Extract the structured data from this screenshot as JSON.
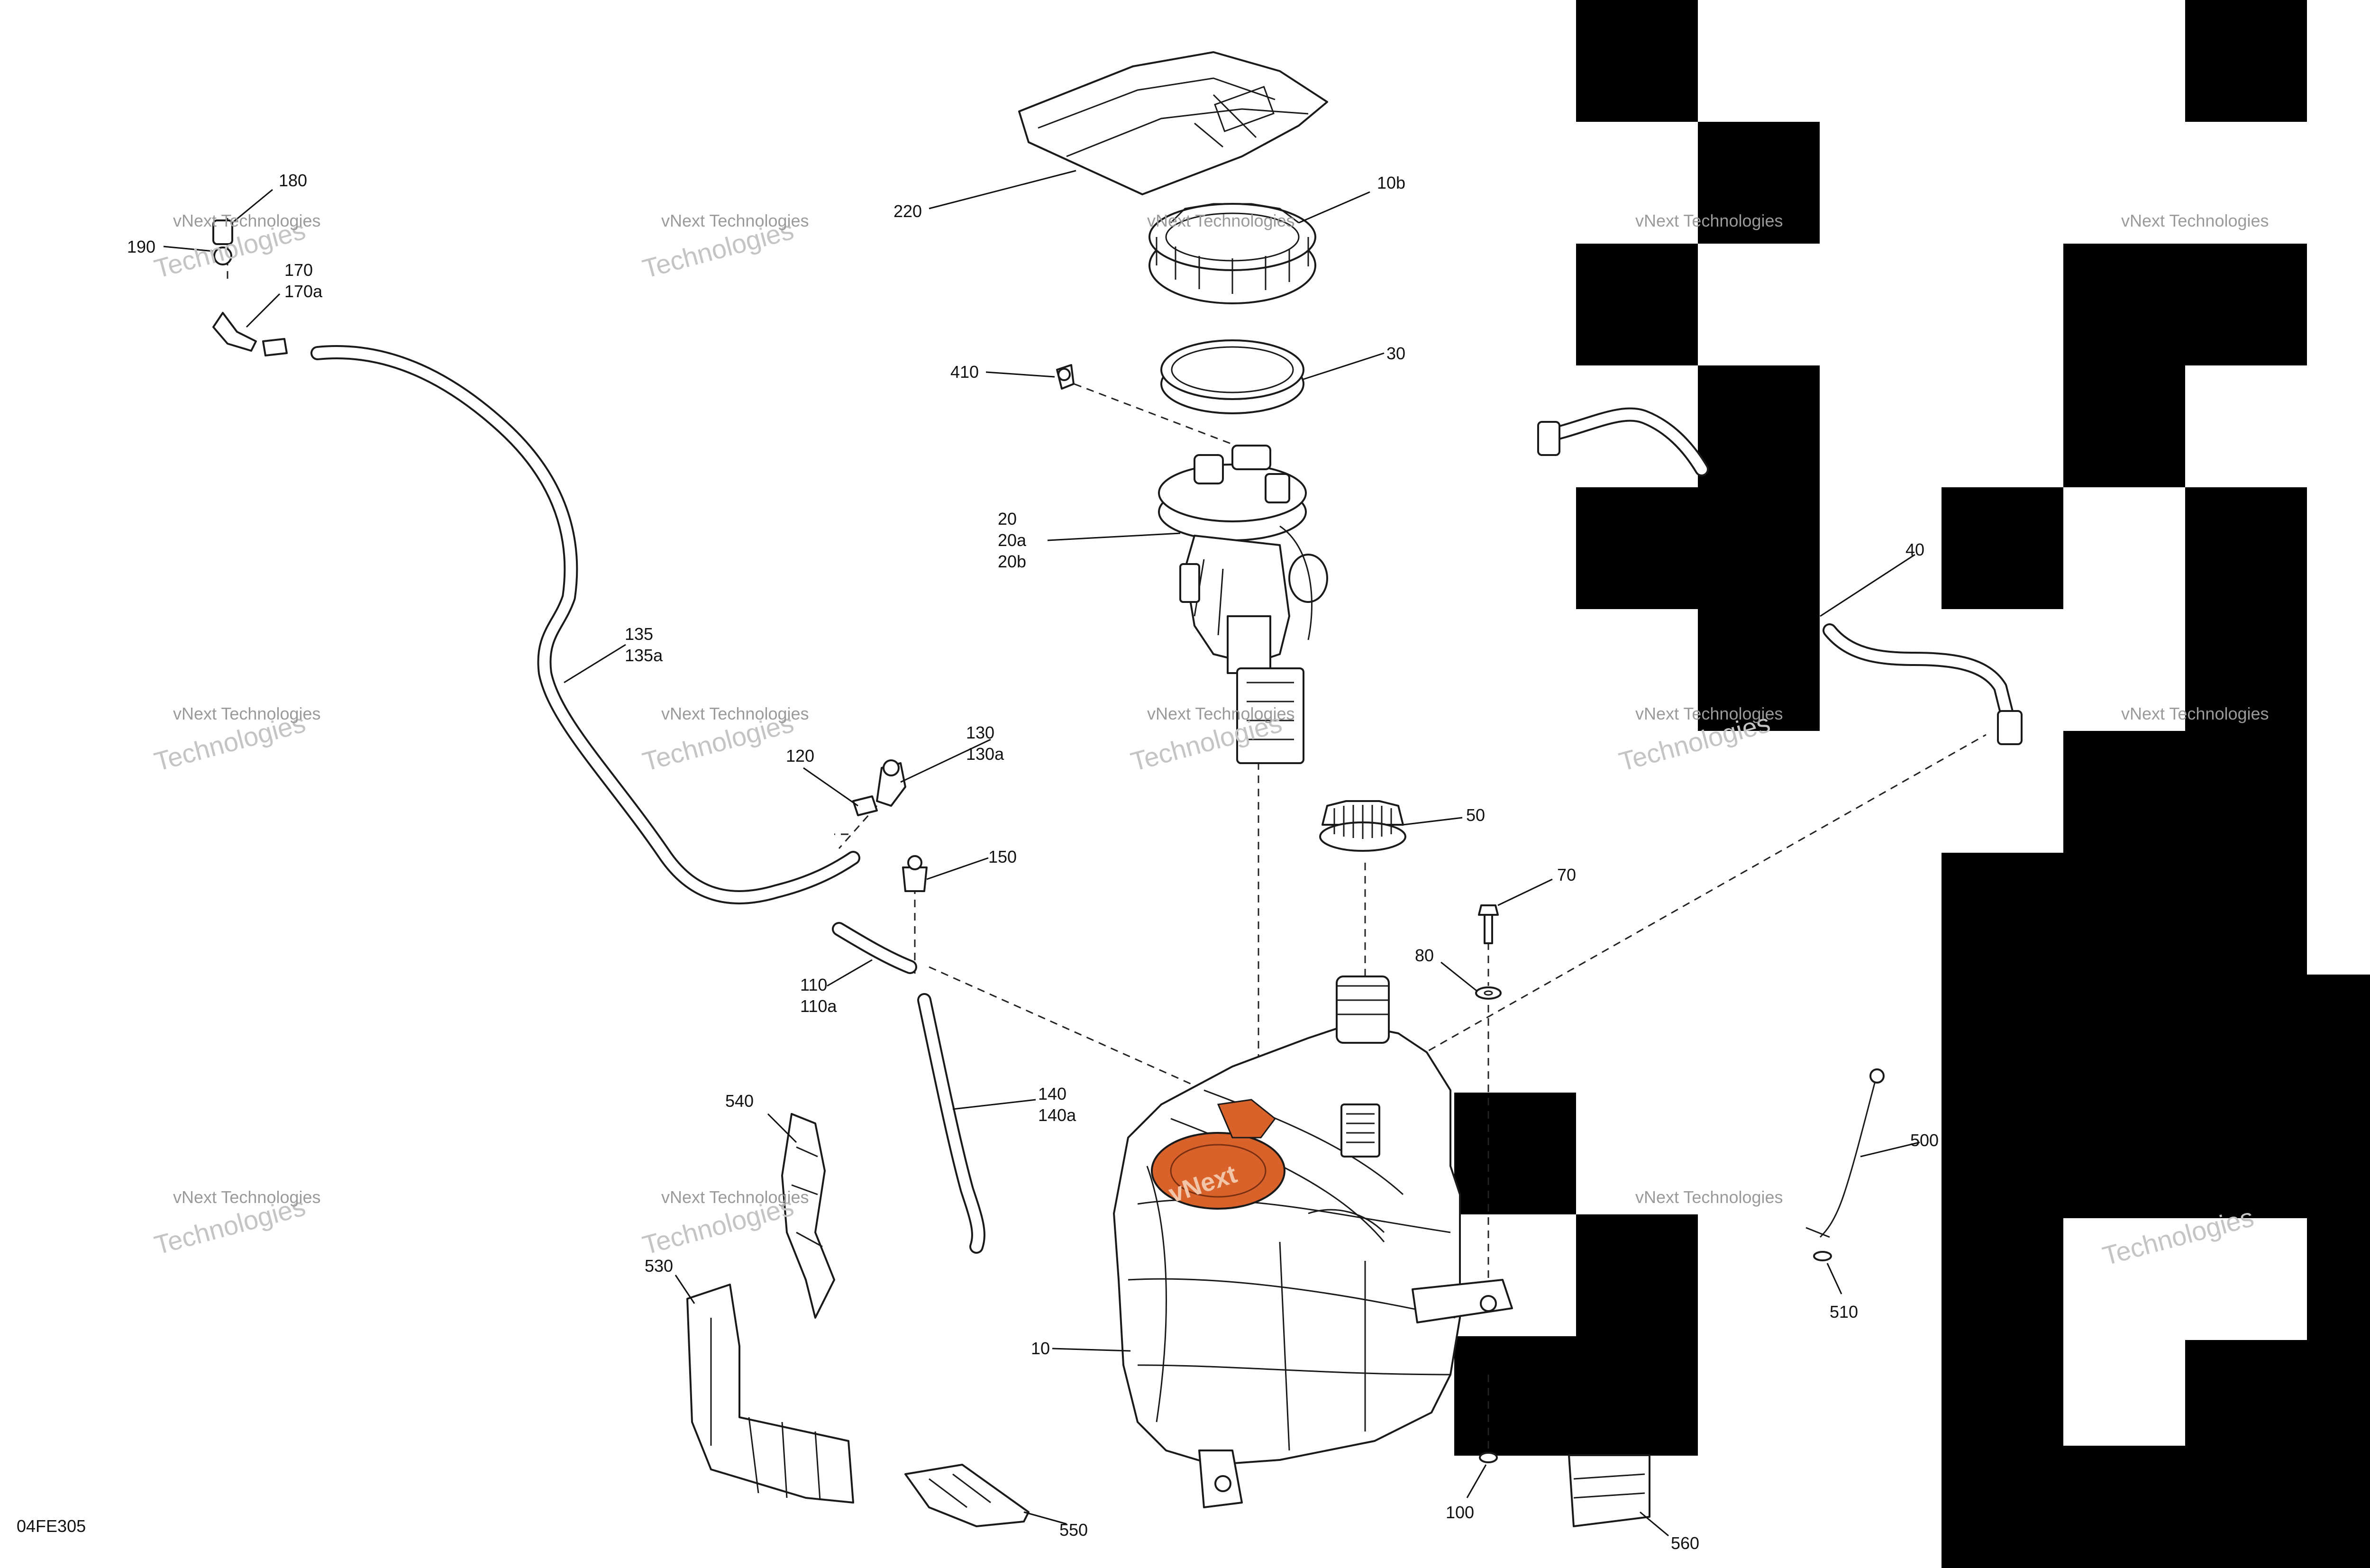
{
  "diagram": {
    "code": "04FE305",
    "watermark_line1": "vNext Technologies",
    "watermark_line2": "Technologies",
    "highlight_label": "vNext",
    "callouts": [
      {
        "id": "180",
        "text": "180"
      },
      {
        "id": "190",
        "text": "190"
      },
      {
        "id": "170",
        "text": "170"
      },
      {
        "id": "170a",
        "text": "170a"
      },
      {
        "id": "220",
        "text": "220"
      },
      {
        "id": "10b",
        "text": "10b"
      },
      {
        "id": "410",
        "text": "410"
      },
      {
        "id": "30",
        "text": "30"
      },
      {
        "id": "20",
        "text": "20"
      },
      {
        "id": "20a",
        "text": "20a"
      },
      {
        "id": "20b",
        "text": "20b"
      },
      {
        "id": "40",
        "text": "40"
      },
      {
        "id": "135",
        "text": "135"
      },
      {
        "id": "135a",
        "text": "135a"
      },
      {
        "id": "130",
        "text": "130"
      },
      {
        "id": "130a",
        "text": "130a"
      },
      {
        "id": "120",
        "text": "120"
      },
      {
        "id": "150",
        "text": "150"
      },
      {
        "id": "50",
        "text": "50"
      },
      {
        "id": "70",
        "text": "70"
      },
      {
        "id": "80",
        "text": "80"
      },
      {
        "id": "110",
        "text": "110"
      },
      {
        "id": "110a",
        "text": "110a"
      },
      {
        "id": "140",
        "text": "140"
      },
      {
        "id": "140a",
        "text": "140a"
      },
      {
        "id": "540",
        "text": "540"
      },
      {
        "id": "500",
        "text": "500"
      },
      {
        "id": "530",
        "text": "530"
      },
      {
        "id": "510",
        "text": "510"
      },
      {
        "id": "10",
        "text": "10"
      },
      {
        "id": "100",
        "text": "100"
      },
      {
        "id": "550",
        "text": "550"
      },
      {
        "id": "560",
        "text": "560"
      }
    ]
  },
  "colors": {
    "background": "#ffffff",
    "line": "#1a1a1a",
    "highlight": "#d9622b",
    "block": "#000000",
    "watermark": "#9a9a9a"
  }
}
